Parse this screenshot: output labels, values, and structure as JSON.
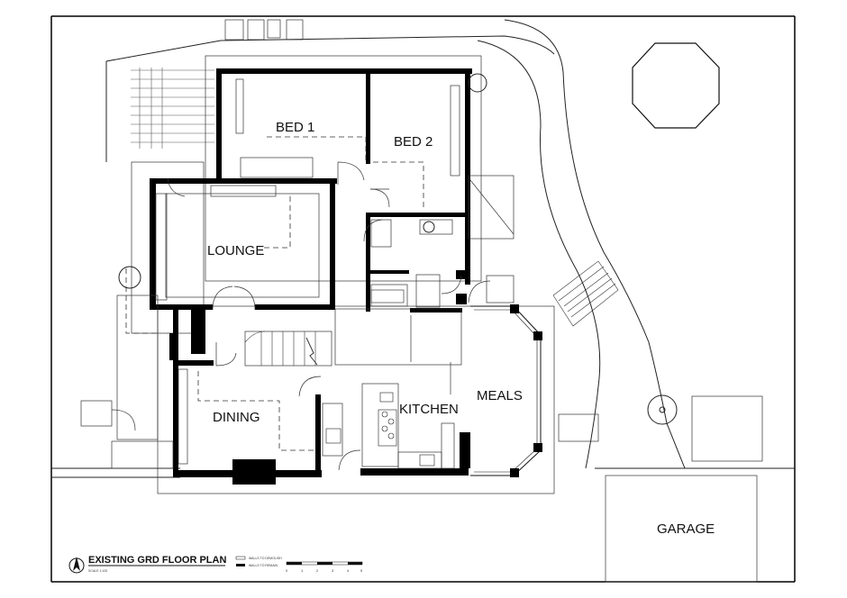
{
  "rooms": {
    "bed1": "BED 1",
    "bed2": "BED 2",
    "lounge": "LOUNGE",
    "dining": "DINING",
    "kitchen": "KITCHEN",
    "meals": "MEALS",
    "garage": "GARAGE"
  },
  "title_block": {
    "title": "EXISTING GRD FLOOR PLAN",
    "scale_note": "SCALE 1:100",
    "legend_walls_demolish": "WALLS TO DEMOLISH",
    "legend_walls_remain": "WALLS TO REMAIN",
    "scale_ticks": [
      "0",
      "1",
      "2",
      "3",
      "4",
      "5"
    ]
  }
}
